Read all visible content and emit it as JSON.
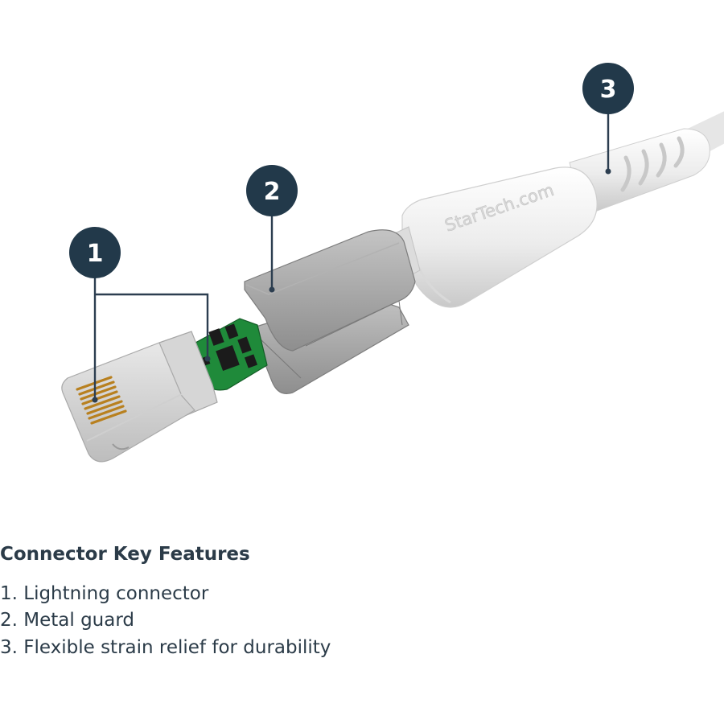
{
  "callouts": [
    {
      "number": "1"
    },
    {
      "number": "2"
    },
    {
      "number": "3"
    }
  ],
  "brand_text": "StarTech.com",
  "colors": {
    "callout_fill": "#22394a",
    "leader_line": "#2c3e50",
    "pcb_green": "#1f8a3a",
    "pin_gold": "#b8801f",
    "guard_gray": "#9c9c9c",
    "cable_white": "#f2f2f2"
  },
  "legend": {
    "title": "Connector Key Features",
    "items": [
      {
        "label": "1. Lightning connector"
      },
      {
        "label": "2. Metal guard"
      },
      {
        "label": "3. Flexible strain relief for durability"
      }
    ]
  }
}
